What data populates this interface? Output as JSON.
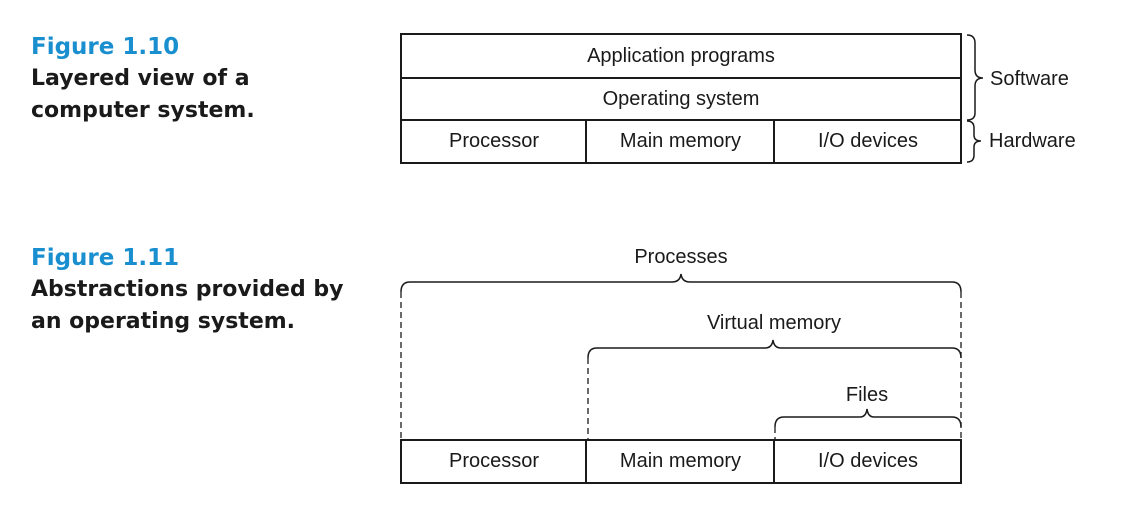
{
  "figure_1_10": {
    "number": "Figure 1.10",
    "caption_line1": "Layered view of a",
    "caption_line2": "computer system.",
    "layers": {
      "applications": "Application programs",
      "os": "Operating system",
      "processor": "Processor",
      "memory": "Main memory",
      "io": "I/O devices"
    },
    "brackets": {
      "software": "Software",
      "hardware": "Hardware"
    }
  },
  "figure_1_11": {
    "number": "Figure 1.11",
    "caption_line1": "Abstractions provided by",
    "caption_line2": "an operating system.",
    "abstractions": {
      "processes": "Processes",
      "virtual_memory": "Virtual memory",
      "files": "Files"
    },
    "hardware": {
      "processor": "Processor",
      "memory": "Main memory",
      "io": "I/O devices"
    }
  }
}
